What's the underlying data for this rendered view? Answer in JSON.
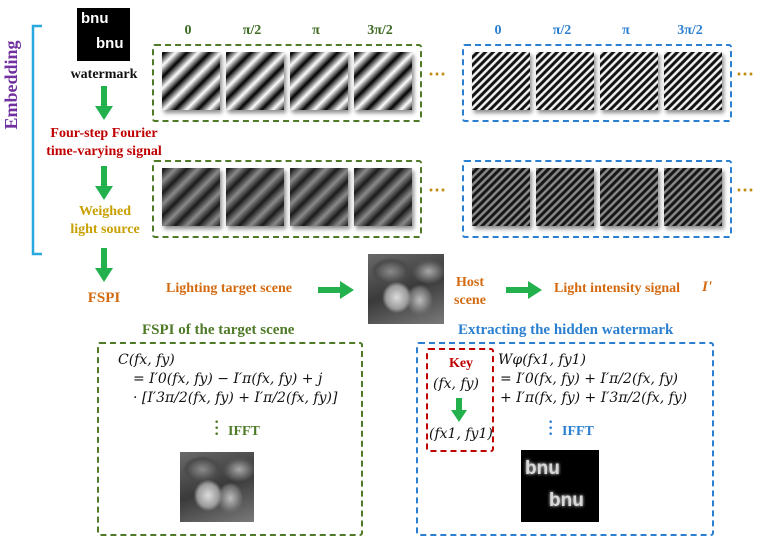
{
  "embedding_label": "Embedding",
  "watermark": {
    "text_line1": "bnu",
    "text_line2": "bnu",
    "label": "watermark"
  },
  "phases_green": [
    "0",
    "π/2",
    "π",
    "3π/2"
  ],
  "phases_blue": [
    "0",
    "π/2",
    "π",
    "3π/2"
  ],
  "ellipsis": "⋯",
  "step_signal": {
    "line1": "Four-step Fourier",
    "line2": "time-varying signal"
  },
  "step_light": {
    "line1": "Weighed",
    "line2": "light source"
  },
  "step_fspi": "FSPI",
  "lighting_target": "Lighting target scene",
  "host_scene": {
    "line1": "Host",
    "line2": "scene"
  },
  "light_intensity": "Light intensity signal",
  "light_intensity_symbol": "I'",
  "fspi_target_title": "FSPI of the target scene",
  "extract_title": "Extracting the hidden watermark",
  "eq_left": {
    "l1": "C(fx, fy)",
    "l2": "= I′0(fx, fy) − I′π(fx, fy) + j",
    "l3": "· [I′3π/2(fx, fy) + I′π/2(fx, fy)]",
    "ifft": "IFFT"
  },
  "key": {
    "title": "Key",
    "from": "(fx, fy)",
    "to": "(fx1, fy1)"
  },
  "eq_right": {
    "l1": "Wφ(fx1, fy1)",
    "l2": "= I′0(fx, fy) + I′π/2(fx, fy)",
    "l3": "+ I′π(fx, fy) + I′3π/2(fx, fy)",
    "ifft": "IFFT"
  },
  "recovered": {
    "text_line1": "bnu",
    "text_line2": "bnu"
  },
  "colors": {
    "green_box": "#4f7a28",
    "blue_box": "#2a7fd0",
    "red": "#c00000",
    "orange": "#d46a10",
    "gold": "#c8a000",
    "purple": "#7030a0",
    "arrow": "#22b14c"
  }
}
